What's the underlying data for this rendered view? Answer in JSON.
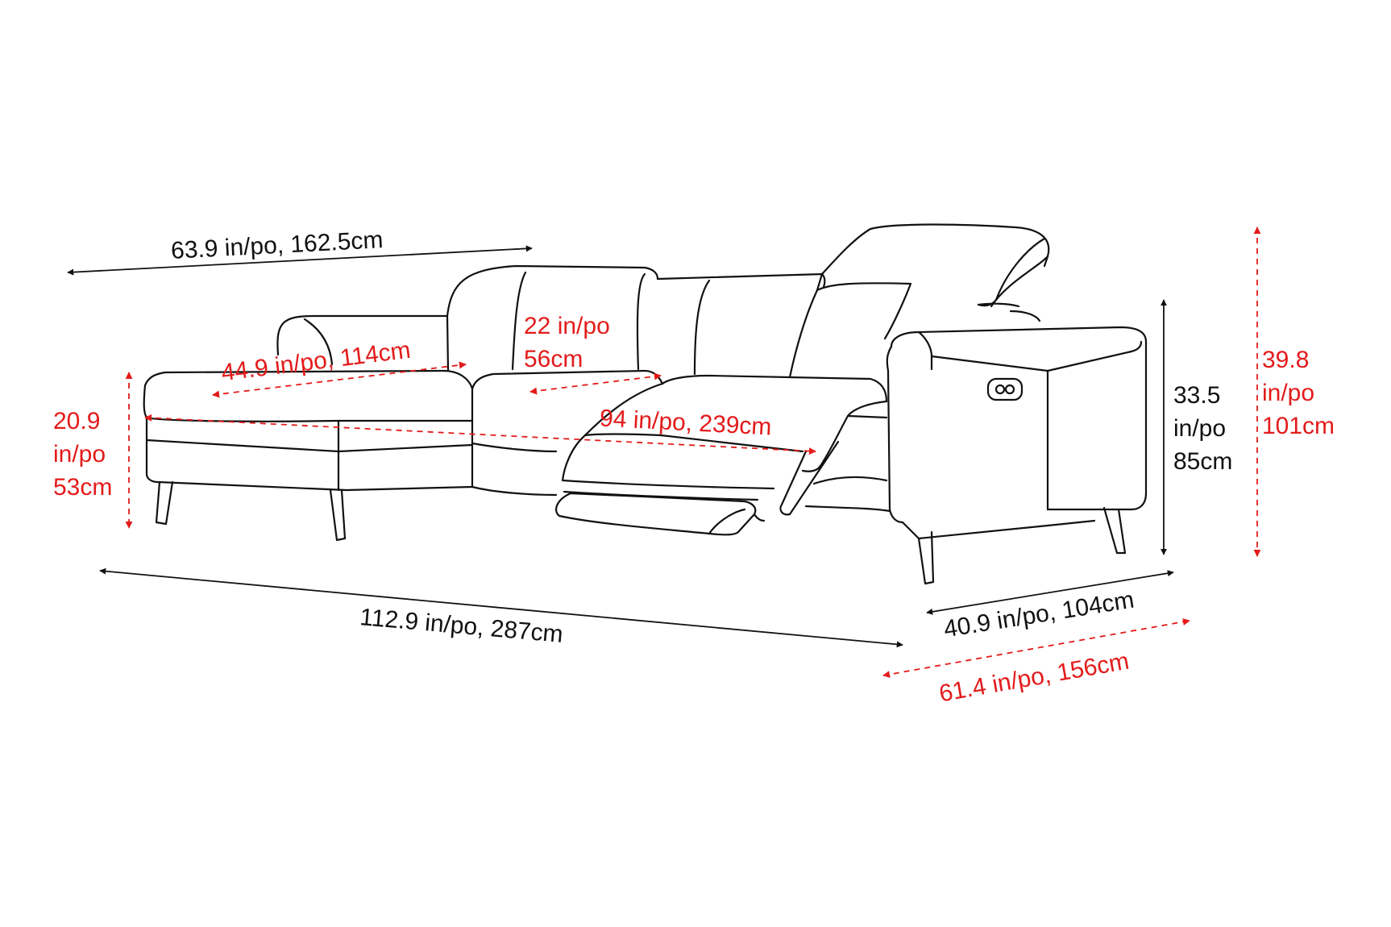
{
  "colors": {
    "outline": "#111111",
    "overall_dimension": "#111111",
    "detail_dimension": "#e31b1b",
    "background": "#ffffff"
  },
  "dimensions": {
    "chaise_width": "63.9 in/po, 162.5cm",
    "overall_width": "112.9 in/po, 287cm",
    "depth": "40.9 in/po, 104cm",
    "reclined_depth": "61.4 in/po, 156cm",
    "height": {
      "value": "33.5",
      "unit": "in/po",
      "metric": "85cm"
    },
    "headrest_up_height": {
      "value": "39.8",
      "unit": "in/po",
      "metric": "101cm"
    },
    "seat_height": {
      "value": "20.9",
      "unit": "in/po",
      "metric": "53cm"
    },
    "chaise_length": "44.9 in/po, 114cm",
    "seat_depth": {
      "value": "22 in/po",
      "metric": "56cm"
    },
    "seat_width": "94 in/po, 239cm"
  },
  "icons": {
    "recliner_button": "power-recline-button-icon"
  }
}
